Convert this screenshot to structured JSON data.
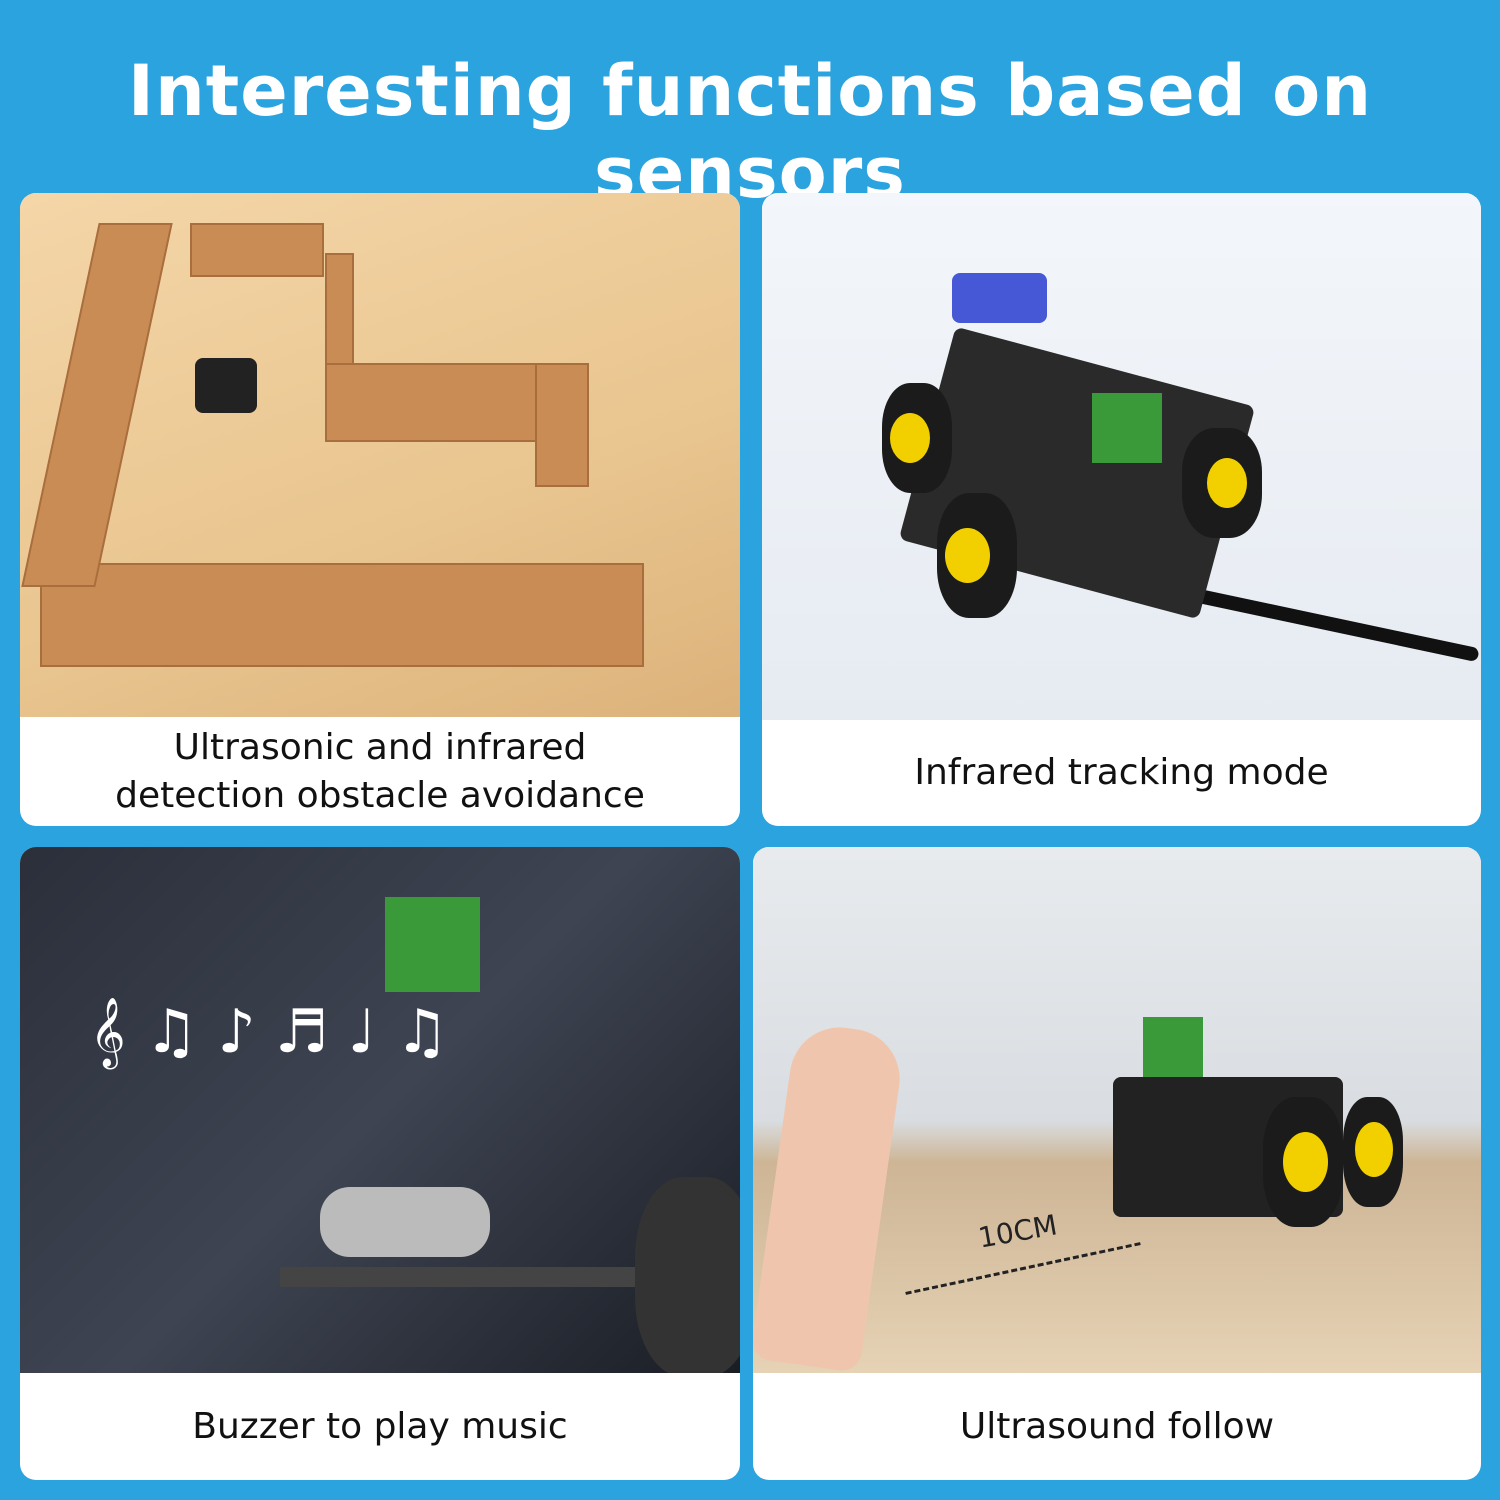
{
  "title": "Interesting functions based on sensors",
  "panels": [
    {
      "caption_line1": "Ultrasonic and infrared",
      "caption_line2": "detection obstacle avoidance"
    },
    {
      "caption": "Infrared tracking mode"
    },
    {
      "caption": "Buzzer to play music"
    },
    {
      "caption": "Ultrasound follow",
      "distance_label": "10CM"
    }
  ],
  "colors": {
    "background": "#2ba3df",
    "card": "#ffffff"
  }
}
